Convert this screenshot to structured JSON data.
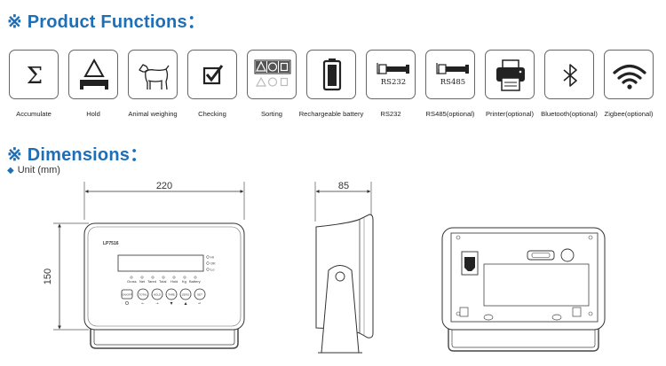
{
  "sections": {
    "functions_title": "※ Product Functions：",
    "dimensions_title": "※ Dimensions：",
    "unit_label": "Unit (mm)"
  },
  "functions": [
    {
      "label": "Accumulate",
      "icon": "sigma-icon"
    },
    {
      "label": "Hold",
      "icon": "hold-triangle-icon"
    },
    {
      "label": "Animal weighing",
      "icon": "dog-icon"
    },
    {
      "label": "Checking",
      "icon": "checkbox-icon"
    },
    {
      "label": "Sorting",
      "icon": "shapes-icon"
    },
    {
      "label": "Rechargeable battery",
      "icon": "battery-icon"
    },
    {
      "label": "RS232",
      "icon": "rs232-connector-icon",
      "connector_text": "RS232"
    },
    {
      "label": "RS485(optional)",
      "icon": "rs485-connector-icon",
      "connector_text": "RS485"
    },
    {
      "label": "Printer(optional)",
      "icon": "printer-icon"
    },
    {
      "label": "Bluetooth(optional)",
      "icon": "bluetooth-icon"
    },
    {
      "label": "Zigbee(optional)",
      "icon": "wifi-icon"
    }
  ],
  "dimensions": {
    "width": "220",
    "height": "150",
    "depth": "85"
  },
  "device": {
    "model": "LP7516",
    "indicator_labels": [
      "Gross",
      "Net",
      "Tared",
      "Total",
      "Hold",
      "Kg",
      "Battery"
    ],
    "status_labels": [
      "Hi",
      "OK",
      "Lo"
    ],
    "button_labels": [
      "ON/OFF",
      "TOTAL",
      "HOLD",
      "TARE",
      "ZERO",
      "SET"
    ]
  }
}
